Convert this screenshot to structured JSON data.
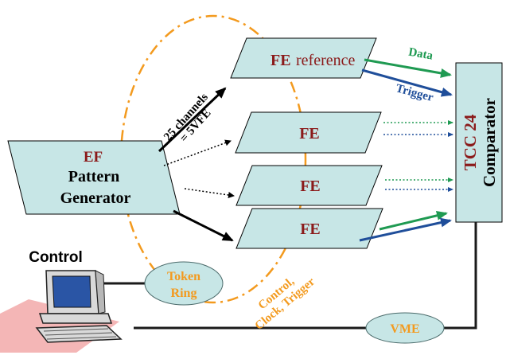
{
  "pattern_generator": {
    "line1": "EF",
    "line2": "Pattern",
    "line3": "Generator"
  },
  "fe_reference": {
    "prefix": "FE",
    "suffix": "reference"
  },
  "fe_boxes": [
    "FE",
    "FE",
    "FE"
  ],
  "channels_label": {
    "line1": "25 channels",
    "line2": "= 5VFE"
  },
  "data_label": "Data",
  "trigger_label": "Trigger",
  "tcc": {
    "line1": "TCC 24",
    "line2": "Comparator"
  },
  "control_label": "Control",
  "token_ring": {
    "line1": "Token",
    "line2": "Ring"
  },
  "control_clock_trigger": {
    "line1": "Control,",
    "line2": "Clock, Trigger"
  },
  "vme_label": "VME",
  "colors": {
    "box_fill": "#c7e6e6",
    "dark_red": "#8b1a1a",
    "orange": "#f39a1e",
    "green": "#1f9a52",
    "blue": "#1f4e9a",
    "monitor_fill": "#d9d9d9",
    "screen_fill": "#2a55a5",
    "pink": "#f4b6b6"
  }
}
